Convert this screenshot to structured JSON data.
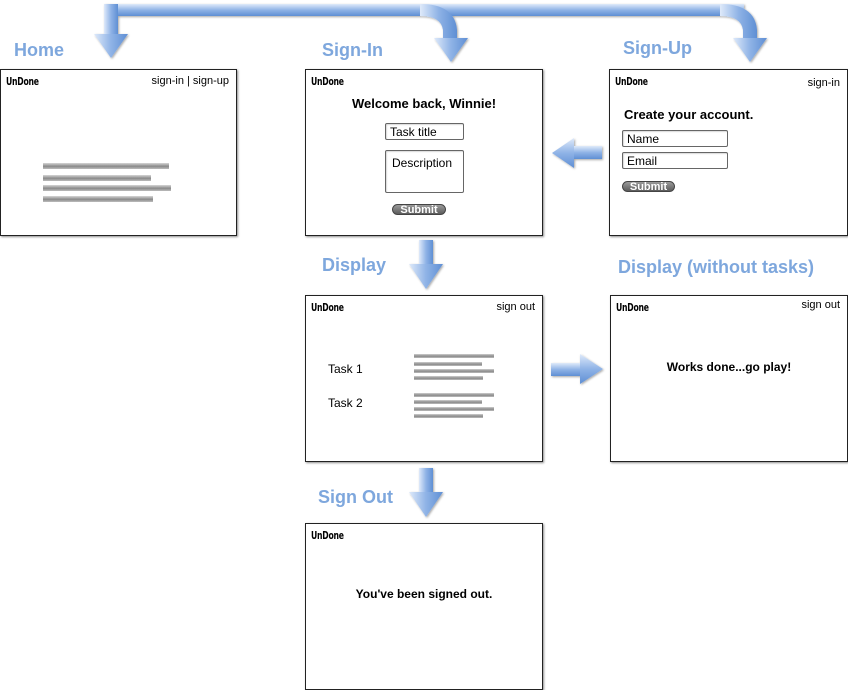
{
  "headings": {
    "home": "Home",
    "signin": "Sign-In",
    "signup": "Sign-Up",
    "display": "Display",
    "display_empty": "Display (without tasks)",
    "signout": "Sign Out"
  },
  "app": {
    "logo": "UnDone"
  },
  "home": {
    "nav": "sign-in | sign-up"
  },
  "signin_screen": {
    "welcome": "Welcome back, Winnie!",
    "task_title_placeholder": "Task title",
    "description_placeholder": "Description",
    "submit": "Submit"
  },
  "signup_screen": {
    "nav": "sign-in",
    "title": "Create your account.",
    "name_placeholder": "Name",
    "email_placeholder": "Email",
    "submit": "Submit"
  },
  "display_screen": {
    "nav": "sign out",
    "tasks": [
      "Task 1",
      "Task 2"
    ]
  },
  "display_empty_screen": {
    "nav": "sign out",
    "message": "Works done...go play!"
  },
  "signout_screen": {
    "message": "You've been signed out."
  },
  "colors": {
    "arrow": "#7ea7dd",
    "heading": "#7ea7dd",
    "frame_border": "#222222"
  }
}
